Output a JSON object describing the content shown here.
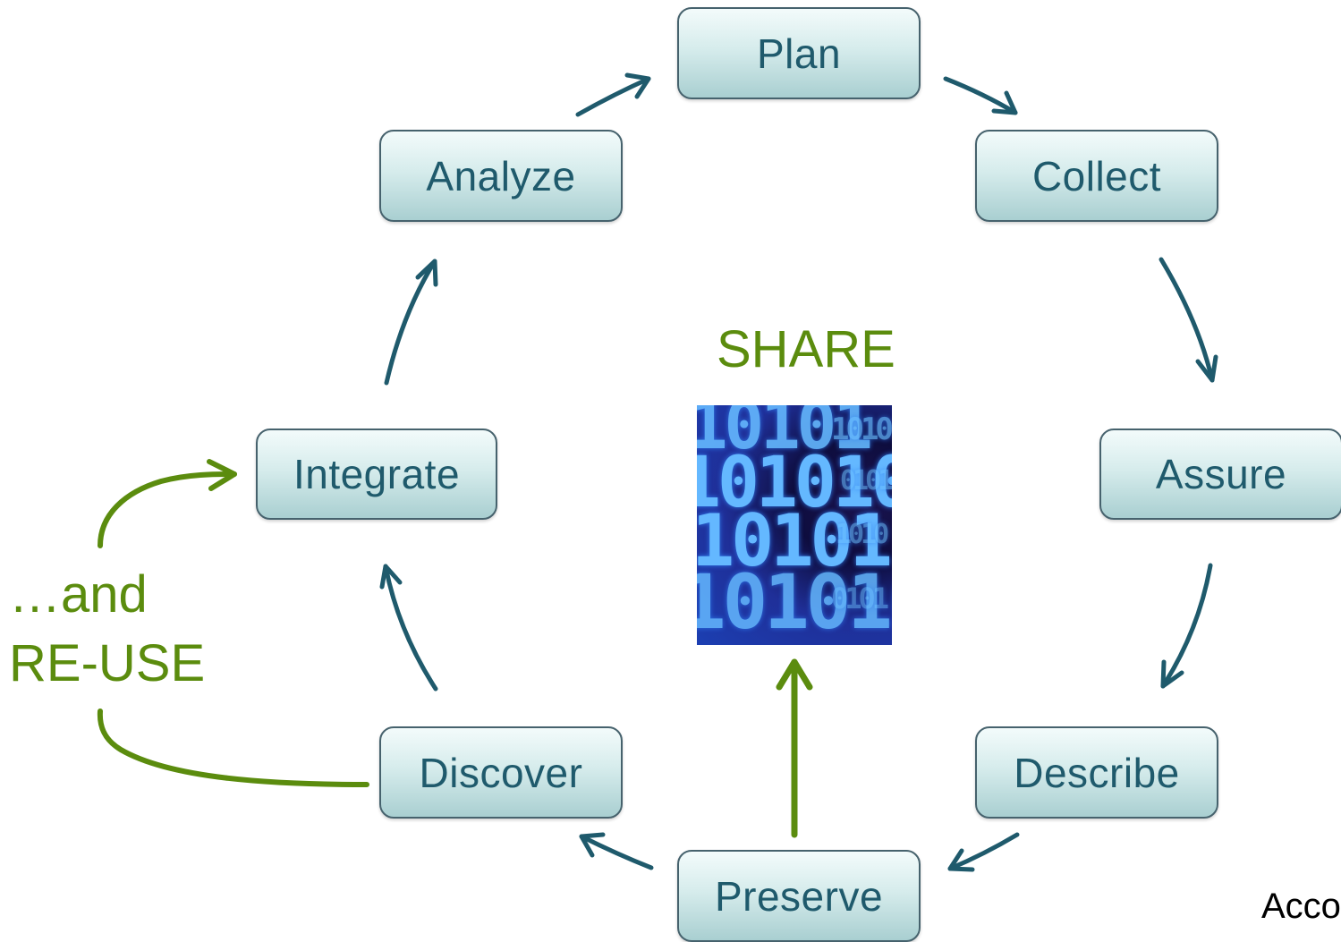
{
  "diagram": {
    "stages": {
      "plan": "Plan",
      "collect": "Collect",
      "assure": "Assure",
      "describe": "Describe",
      "preserve": "Preserve",
      "discover": "Discover",
      "integrate": "Integrate",
      "analyze": "Analyze"
    },
    "center_label": "SHARE",
    "reuse_label_line1": "…and",
    "reuse_label_line2": "RE-USE",
    "corner_text": "Acco",
    "colors": {
      "cycle_arrow": "#1f5a6c",
      "share_reuse": "#5b8c0e",
      "box_border": "#46626d"
    }
  }
}
